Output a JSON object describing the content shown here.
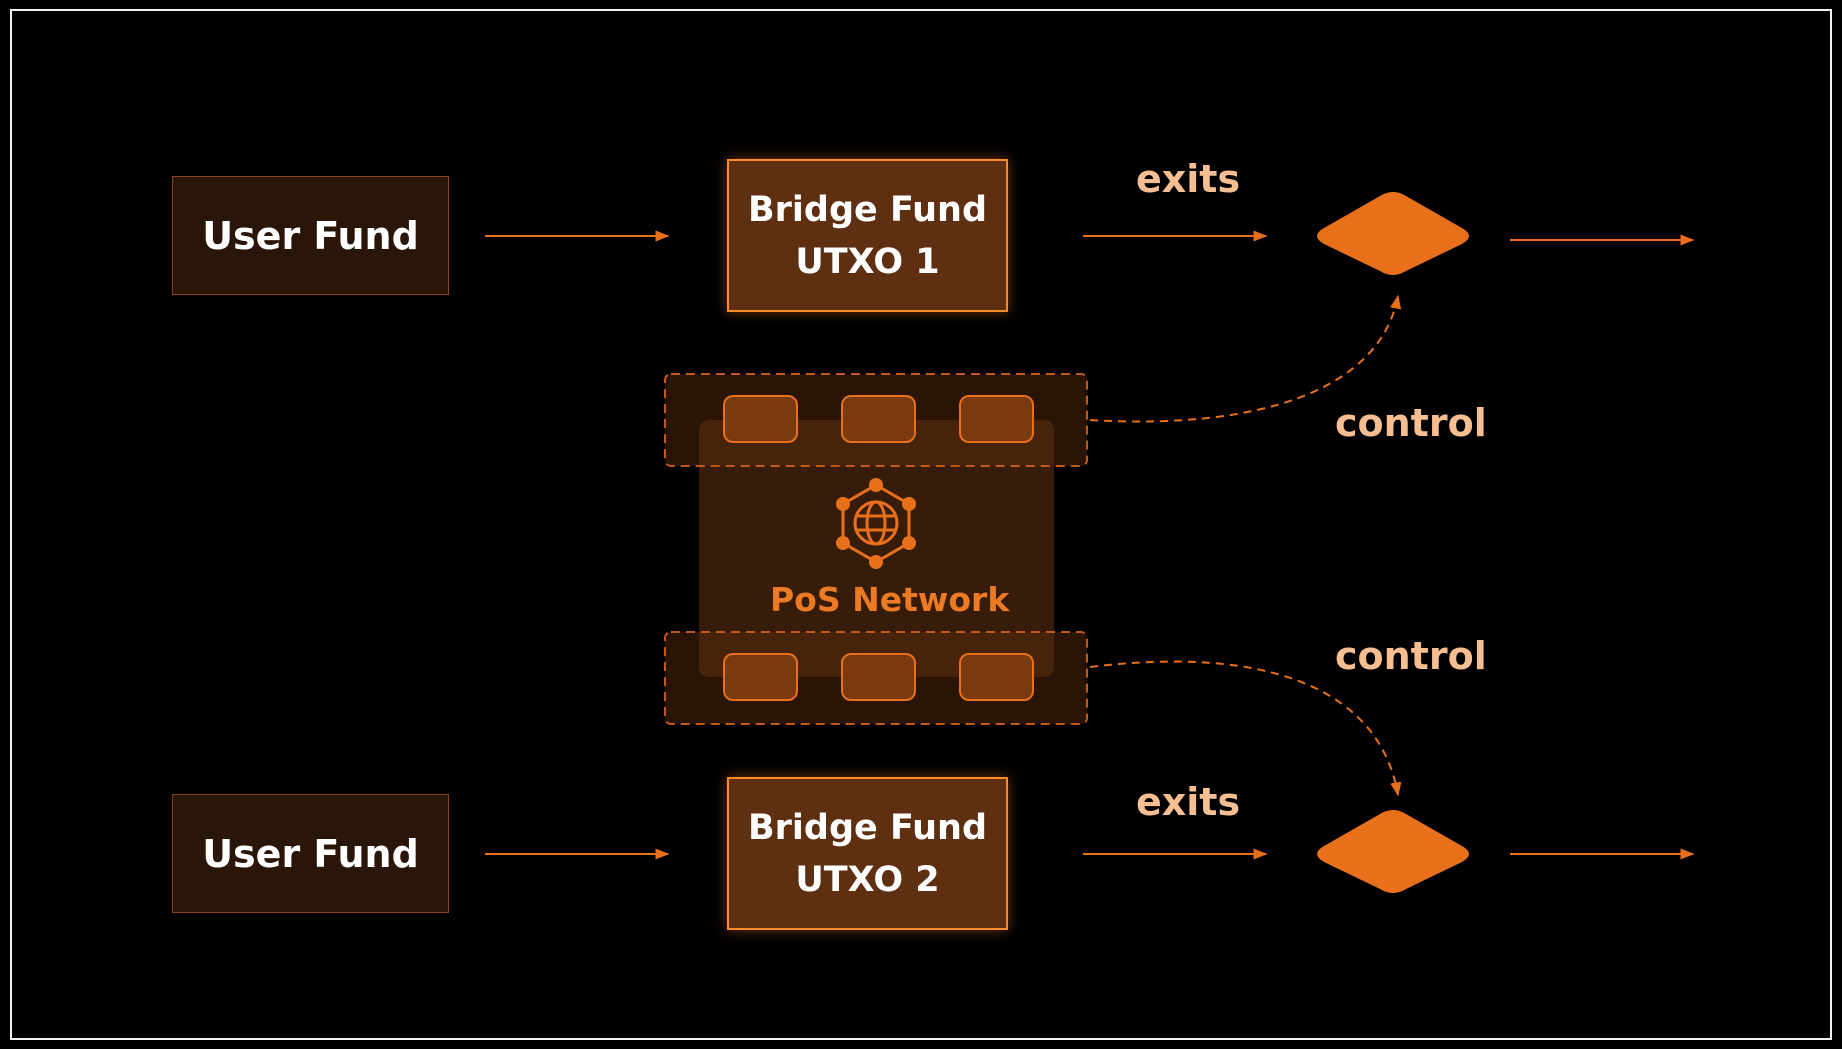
{
  "nodes": {
    "user_fund_1": "User Fund",
    "bridge_fund_1": [
      "Bridge Fund",
      "UTXO 1"
    ],
    "user_fund_2": "User Fund",
    "bridge_fund_2": [
      "Bridge Fund",
      "UTXO 2"
    ],
    "pos_network": "PoS Network"
  },
  "edges": {
    "exits_1": "exits",
    "exits_2": "exits",
    "control_1": "control",
    "control_2": "control"
  },
  "colors": {
    "accent": "#e8701a",
    "label": "#f7bf91",
    "box_dark": "#2a1608",
    "box_bridge": "#5e2f10"
  },
  "icons": {
    "network": "network-globe-icon",
    "exit_gate": "diamond-icon"
  }
}
